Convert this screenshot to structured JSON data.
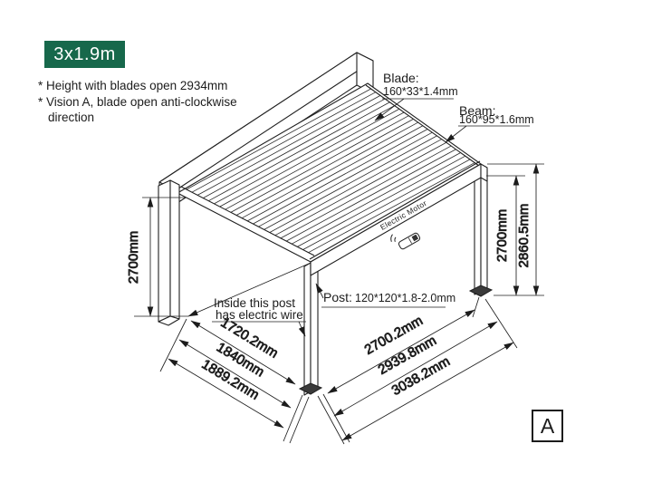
{
  "title_badge": "3x1.9m",
  "notes": [
    "* Height with blades open 2934mm",
    "* Vision A, blade open anti-clockwise direction"
  ],
  "callouts": {
    "blade": {
      "title": "Blade:",
      "spec": "160*33*1.4mm"
    },
    "beam": {
      "title": "Beam:",
      "spec": "160*95*1.6mm"
    },
    "post": {
      "title": "Post:",
      "spec": "120*120*1.8-2.0mm"
    },
    "wire": {
      "line1": "Inside this post",
      "line2": "has electric wire"
    },
    "motor": "Electric Motor"
  },
  "dimensions": {
    "left_height": "2700mm",
    "right_post_height": "2700mm",
    "right_total_height": "2860.5mm",
    "front_left": [
      "1720.2mm",
      "1840mm",
      "1889.2mm"
    ],
    "front_right": [
      "2700.2mm",
      "2939.8mm",
      "3038.2mm"
    ]
  },
  "view_label": "A",
  "colors": {
    "badge_bg": "#17684B",
    "badge_text": "#FFFFFF",
    "line": "#1F1F1F"
  }
}
